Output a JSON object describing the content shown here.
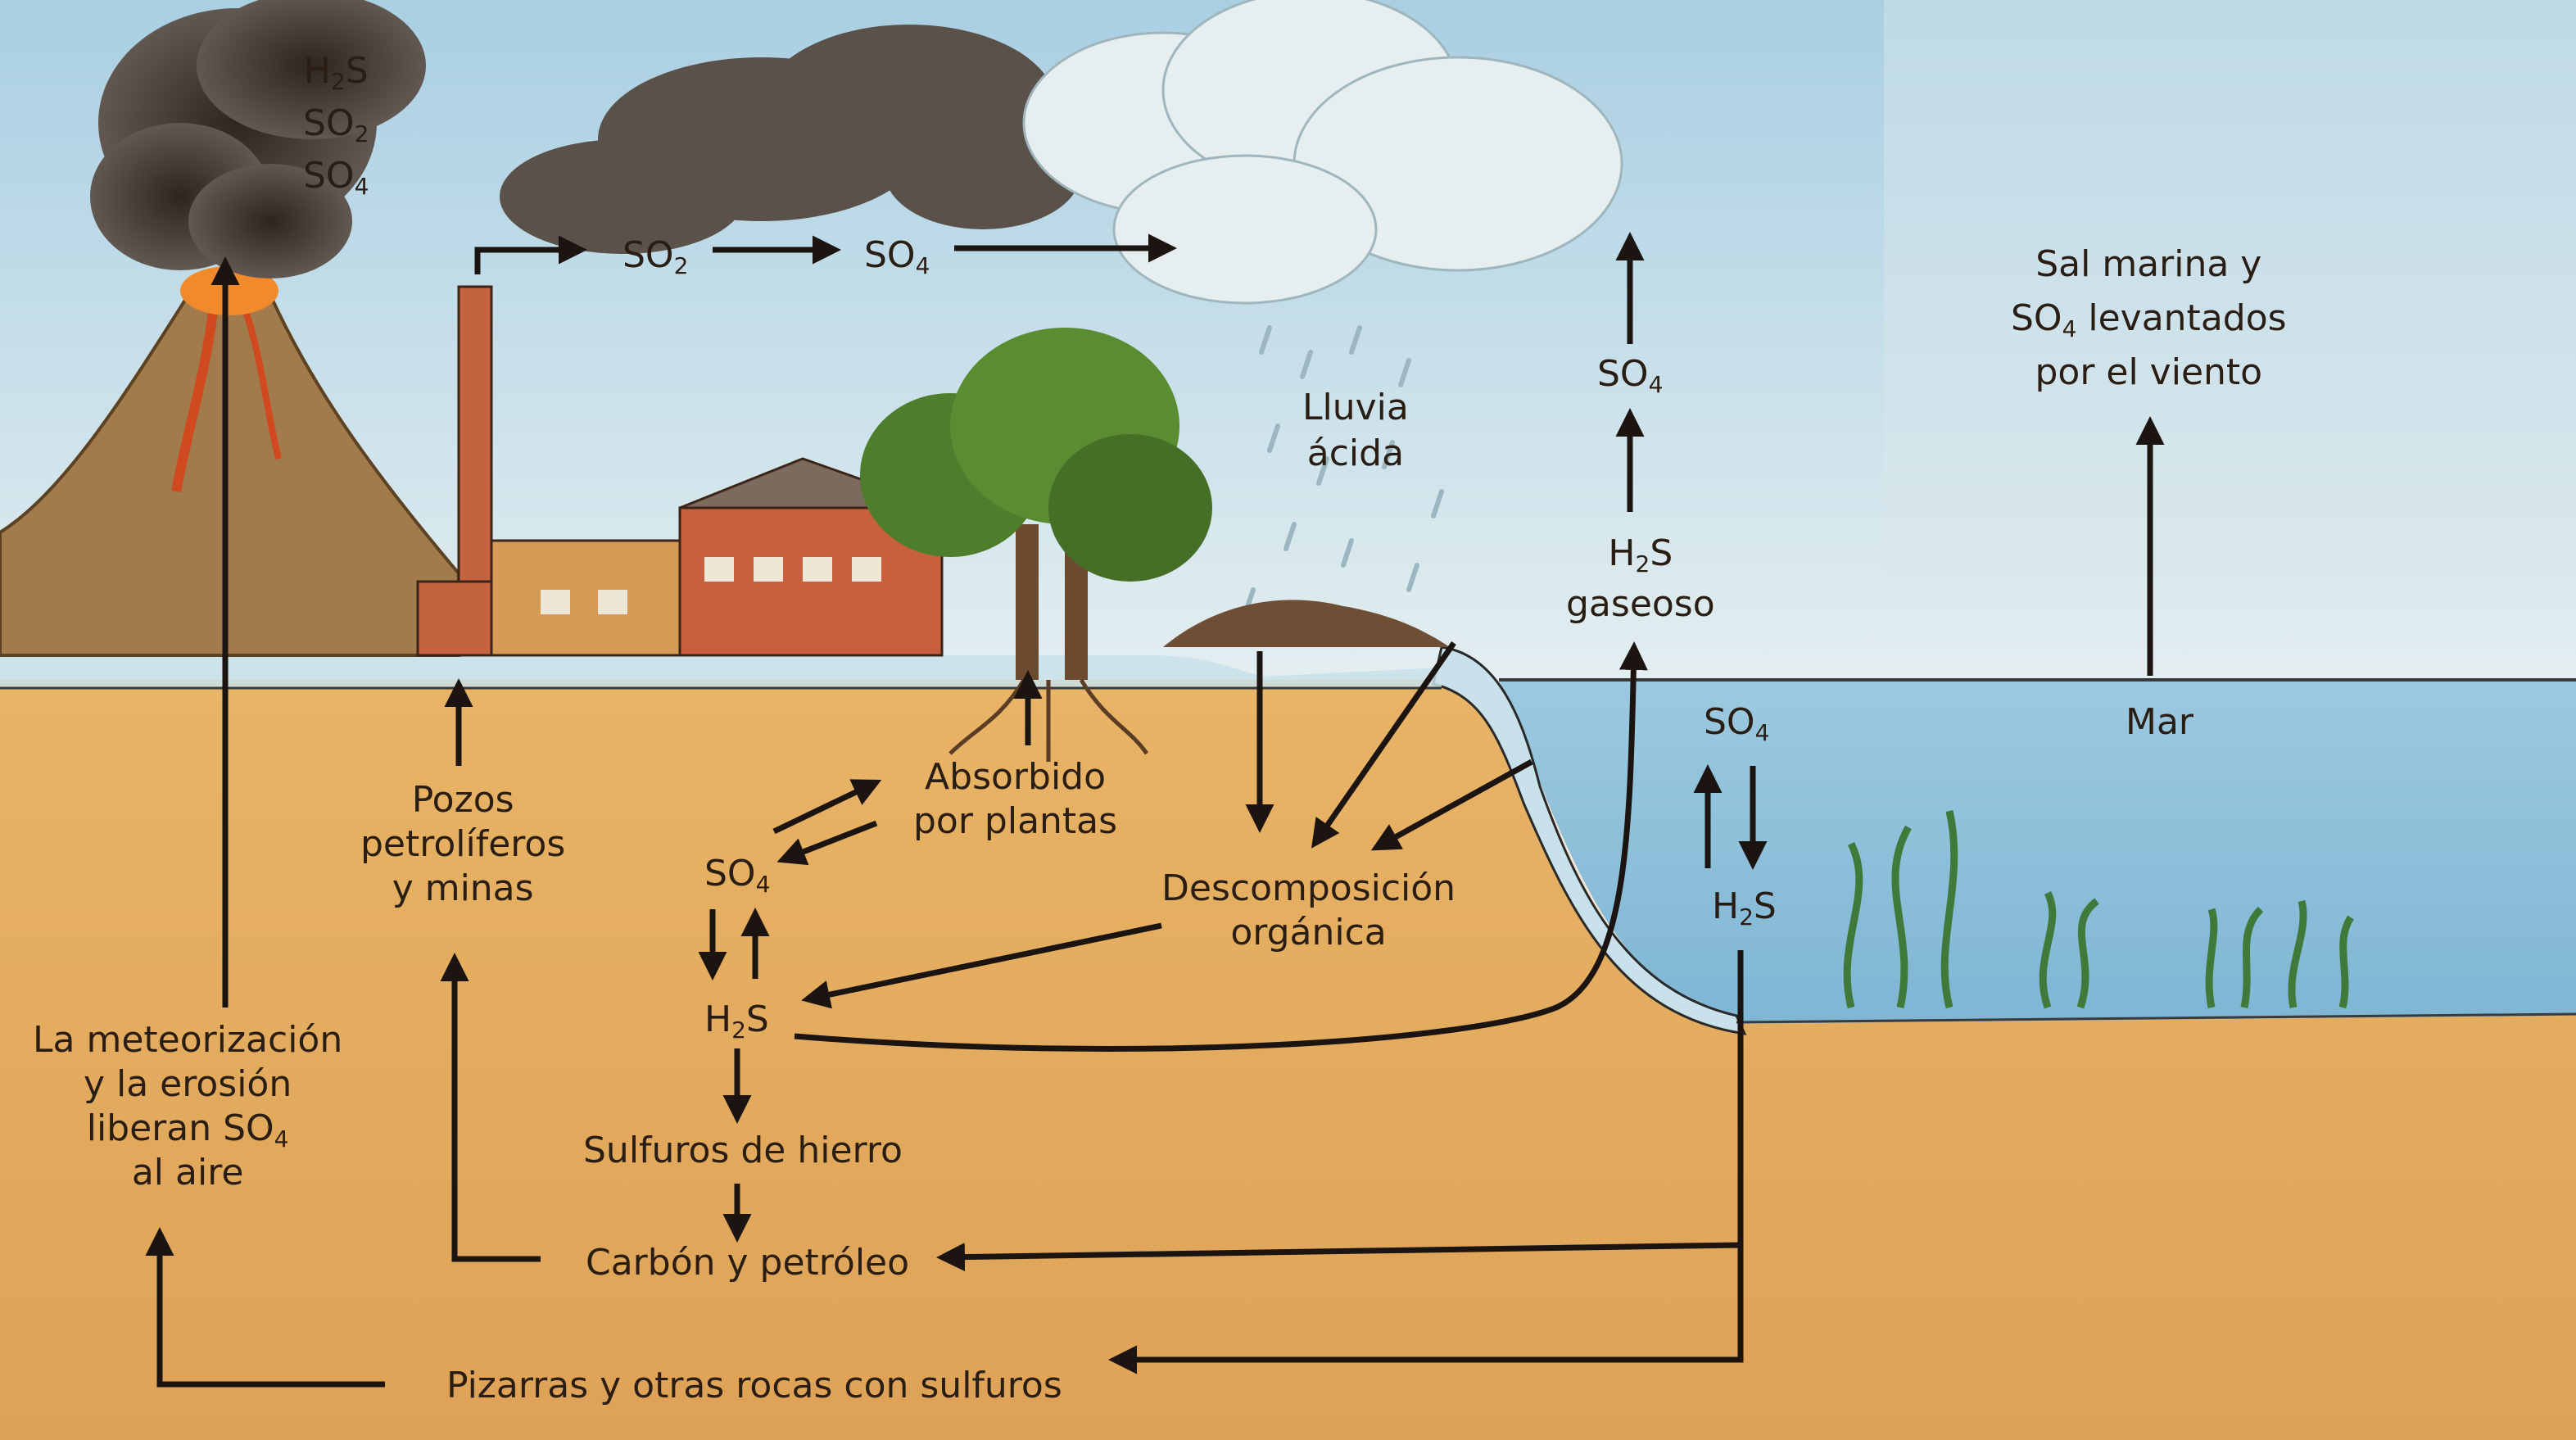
{
  "colors": {
    "sky_top": "#a9cfe3",
    "sky_bottom": "#e3eef0",
    "ground": "#e4ae61",
    "ground_dark": "#cf9346",
    "sea": "#8fc2dc",
    "water_edge": "#c9e1ea",
    "arrow": "#1b1410",
    "label": "#2a1e14",
    "smoke": "#544a42",
    "cloud": "#e6eeef",
    "brick": "#c8603d",
    "foliage": "#4e7d2c"
  },
  "labels": {
    "volcano_gases": {
      "l1": "H",
      "l1_sub": "2",
      "l1_tail": "S",
      "l2": "SO",
      "l2_sub": "2",
      "l3": "SO",
      "l3_sub": "4"
    },
    "chimney_so2": {
      "text": "SO",
      "sub": "2"
    },
    "air_so4": {
      "text": "SO",
      "sub": "4"
    },
    "acid_rain": [
      "Lluvia",
      "ácida"
    ],
    "atm_so4": {
      "text": "SO",
      "sub": "4"
    },
    "h2s_gas": {
      "text": "H",
      "sub": "2",
      "tail": "S",
      "line2": "gaseoso"
    },
    "sea_salt": {
      "line1": "Sal marina y",
      "line2": "SO",
      "line2_sub": "4",
      "line2_tail": " levantados",
      "line3": "por el viento"
    },
    "sea": "Mar",
    "sea_so4": {
      "text": "SO",
      "sub": "4"
    },
    "sea_h2s": {
      "text": "H",
      "sub": "2",
      "tail": "S"
    },
    "wells": [
      "Pozos",
      "petrolíferos",
      "y minas"
    ],
    "absorbed": [
      "Absorbido",
      "por plantas"
    ],
    "soil_so4": {
      "text": "SO",
      "sub": "4"
    },
    "soil_h2s": {
      "text": "H",
      "sub": "2",
      "tail": "S"
    },
    "decomposition": [
      "Descomposición",
      "orgánica"
    ],
    "weathering": {
      "line1": "La meteorización",
      "line2": "y la erosión",
      "line3": "liberan SO",
      "line3_sub": "4",
      "line4": "al aire"
    },
    "iron_sulfides": "Sulfuros de hierro",
    "coal_oil": "Carbón y petróleo",
    "shales": "Pizarras y otras rocas con sulfuros"
  }
}
